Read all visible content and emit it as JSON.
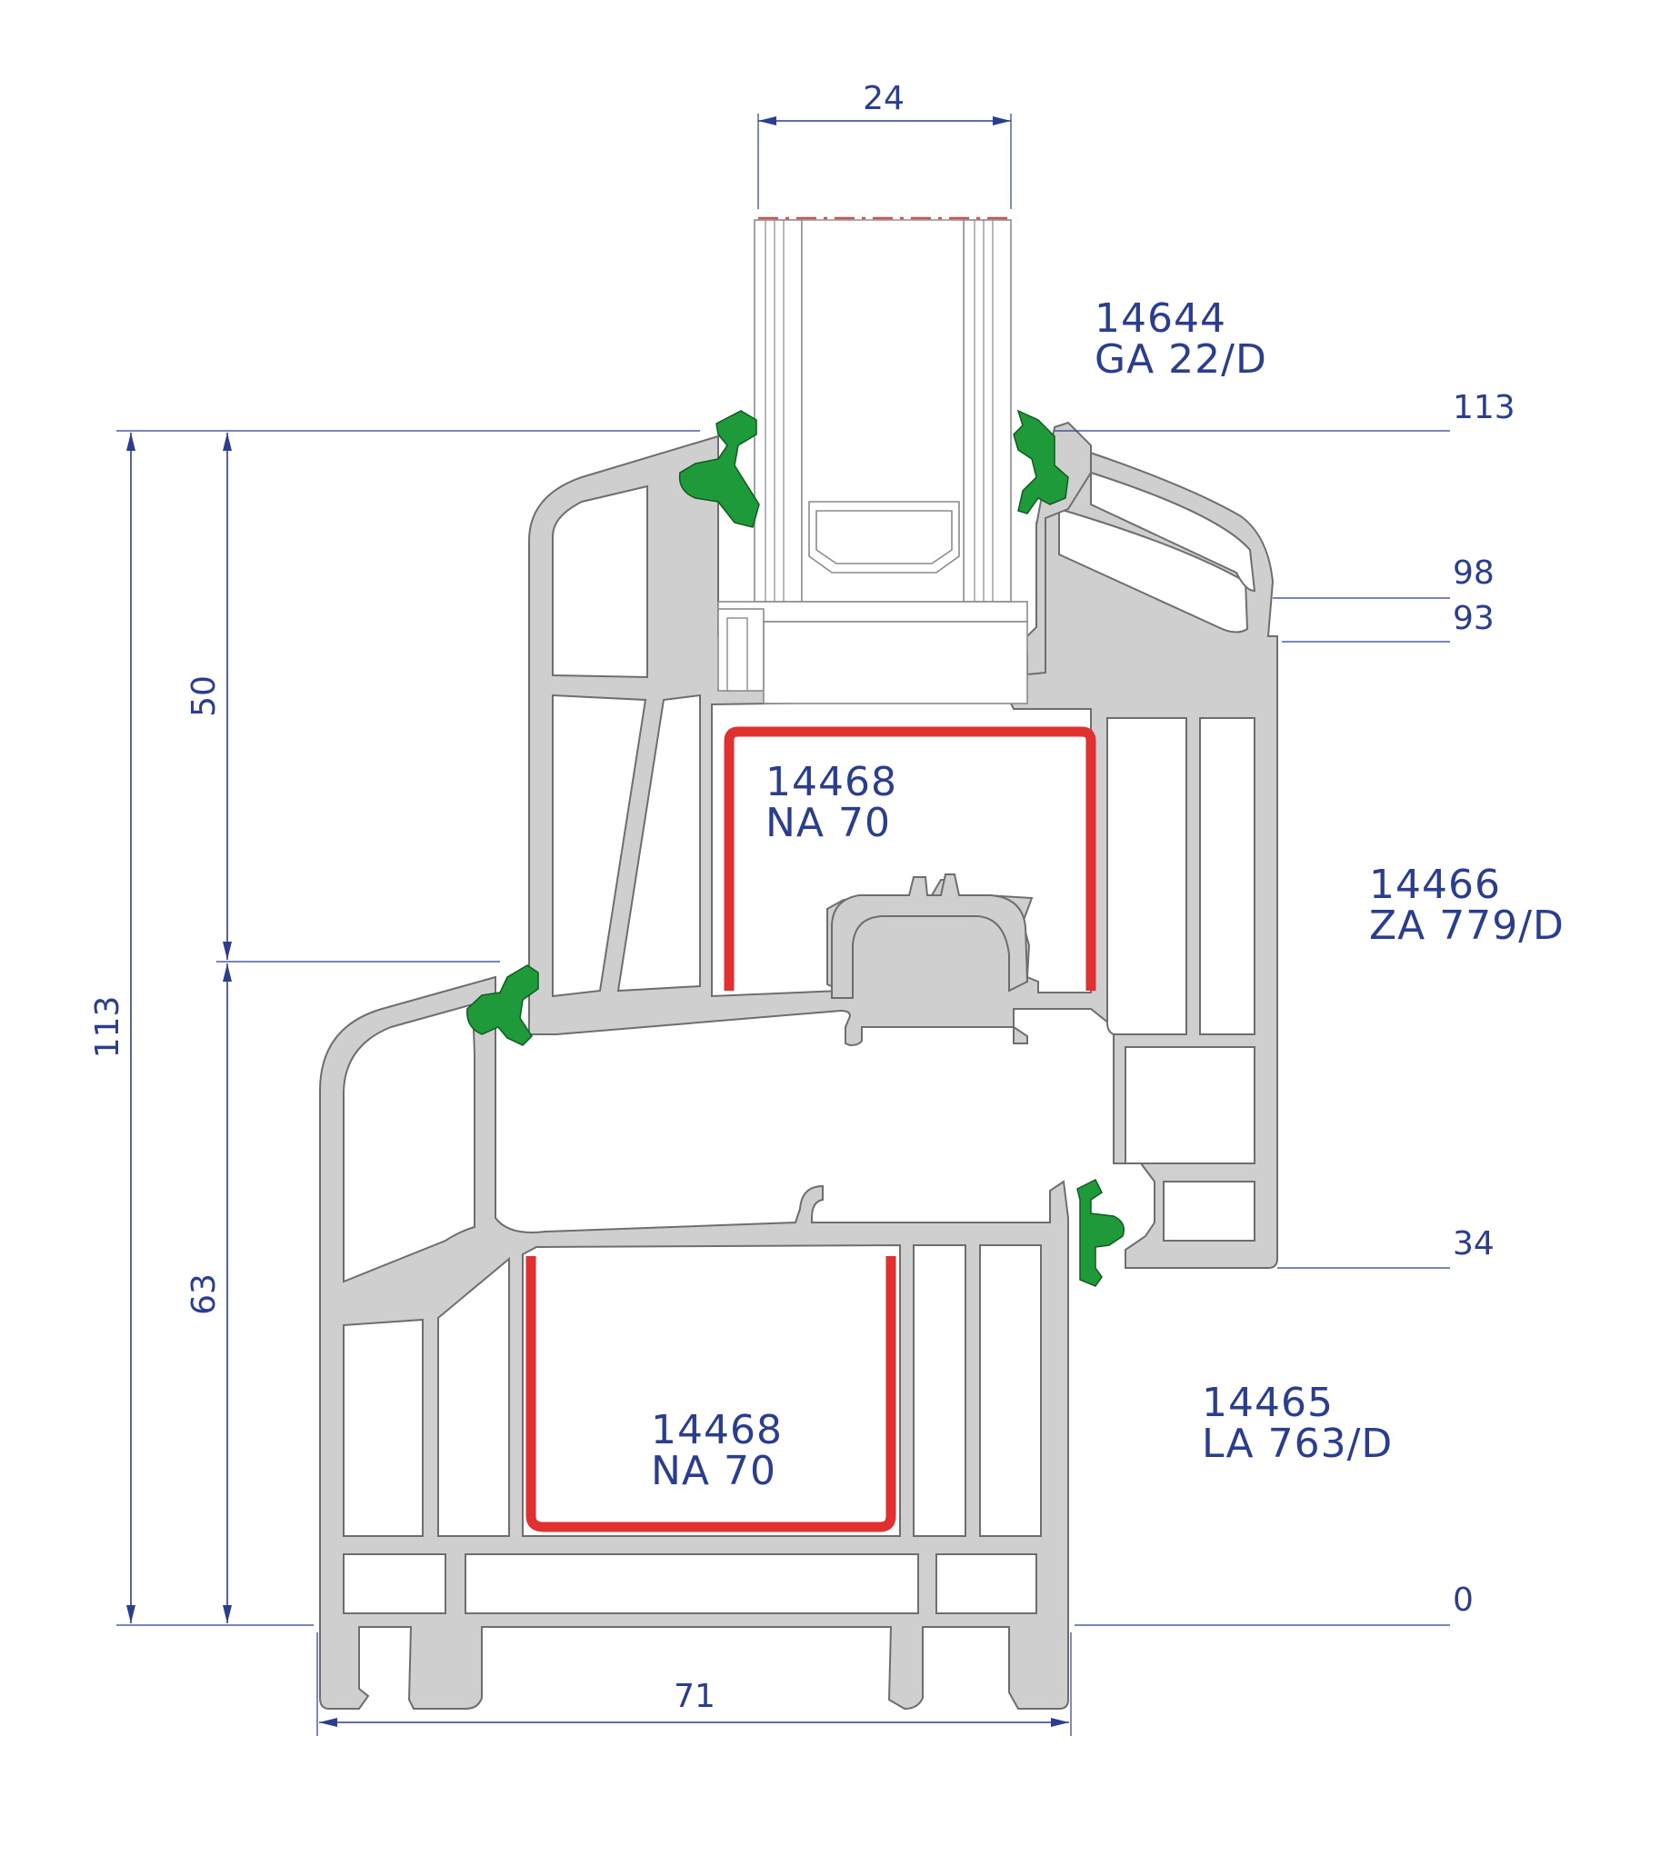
{
  "dimensions": {
    "glass_width": "24",
    "level_top": "113",
    "level_98": "98",
    "level_93": "93",
    "level_34": "34",
    "level_0": "0",
    "sash_height": "50",
    "frame_height": "63",
    "total_height": "113",
    "frame_width": "71"
  },
  "profiles": {
    "glazing_bead": {
      "code": "14644",
      "name": "GA 22/D"
    },
    "sash_reinforcement": {
      "code": "14468",
      "name": "NA 70"
    },
    "sash": {
      "code": "14466",
      "name": "ZA 779/D"
    },
    "frame_reinforcement": {
      "code": "14468",
      "name": "NA 70"
    },
    "frame": {
      "code": "14465",
      "name": "LA 763/D"
    }
  },
  "colors": {
    "dimension": "#2a3d8f",
    "pvc": "#cfcfcf",
    "gasket": "#1f9a3a",
    "steel": "#e03030",
    "glass_edge": "#d05050"
  }
}
